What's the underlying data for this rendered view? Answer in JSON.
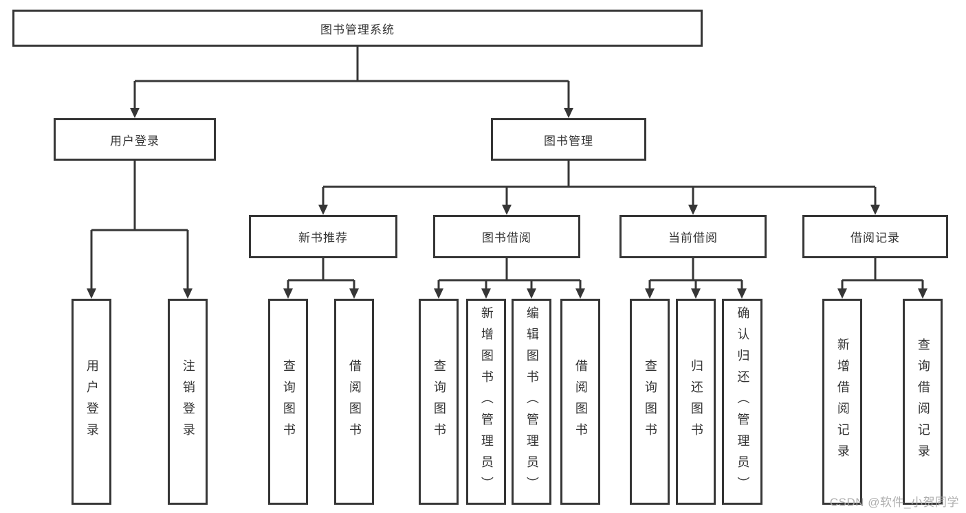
{
  "diagram": {
    "watermark": "CSDN @软件_小贺同学",
    "colors": {
      "line": "#363636",
      "box_border": "#363636",
      "box_background": "#ffffff",
      "text": "#333333",
      "watermark_text": "#a8a8a8",
      "page_background": "#ffffff"
    },
    "root": {
      "label": "图书管理系统"
    },
    "level2": [
      {
        "label": "用户登录",
        "parent": "图书管理系统"
      },
      {
        "label": "图书管理",
        "parent": "图书管理系统"
      }
    ],
    "level3": [
      {
        "label": "新书推荐",
        "parent": "图书管理"
      },
      {
        "label": "图书借阅",
        "parent": "图书管理"
      },
      {
        "label": "当前借阅",
        "parent": "图书管理"
      },
      {
        "label": "借阅记录",
        "parent": "图书管理"
      }
    ],
    "level4": [
      {
        "label": "用户登录",
        "parent": "用户登录"
      },
      {
        "label": "注销登录",
        "parent": "用户登录"
      },
      {
        "label": "查询图书",
        "parent": "新书推荐"
      },
      {
        "label": "借阅图书",
        "parent": "新书推荐"
      },
      {
        "label": "查询图书",
        "parent": "图书借阅"
      },
      {
        "label": "新增图书（管理员）",
        "parent": "图书借阅"
      },
      {
        "label": "编辑图书（管理员）",
        "parent": "图书借阅"
      },
      {
        "label": "借阅图书",
        "parent": "图书借阅"
      },
      {
        "label": "查询图书",
        "parent": "当前借阅"
      },
      {
        "label": "归还图书",
        "parent": "当前借阅"
      },
      {
        "label": "确认归还（管理员）",
        "parent": "当前借阅"
      },
      {
        "label": "新增借阅记录",
        "parent": "借阅记录"
      },
      {
        "label": "查询借阅记录",
        "parent": "借阅记录"
      }
    ]
  }
}
